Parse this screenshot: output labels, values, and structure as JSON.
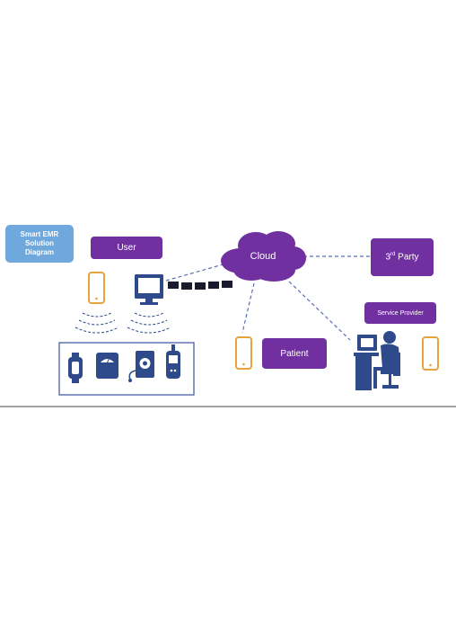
{
  "diagram": {
    "title": "Smart EMR Solution Diagram",
    "title_lines": [
      "Smart EMR",
      "Solution",
      "Diagram"
    ],
    "nodes": {
      "user": "User",
      "cloud": "Cloud",
      "third_party_prefix": "3",
      "third_party_sup": "rd",
      "third_party_suffix": " Party",
      "service_provider": "Service Provider",
      "patient": "Patient"
    },
    "colors": {
      "purple": "#7030a0",
      "title_blue": "#6fa8dc",
      "device_navy": "#2f4a8a",
      "phone_orange": "#e8a33c",
      "line_blue": "#5b6fb5"
    }
  }
}
